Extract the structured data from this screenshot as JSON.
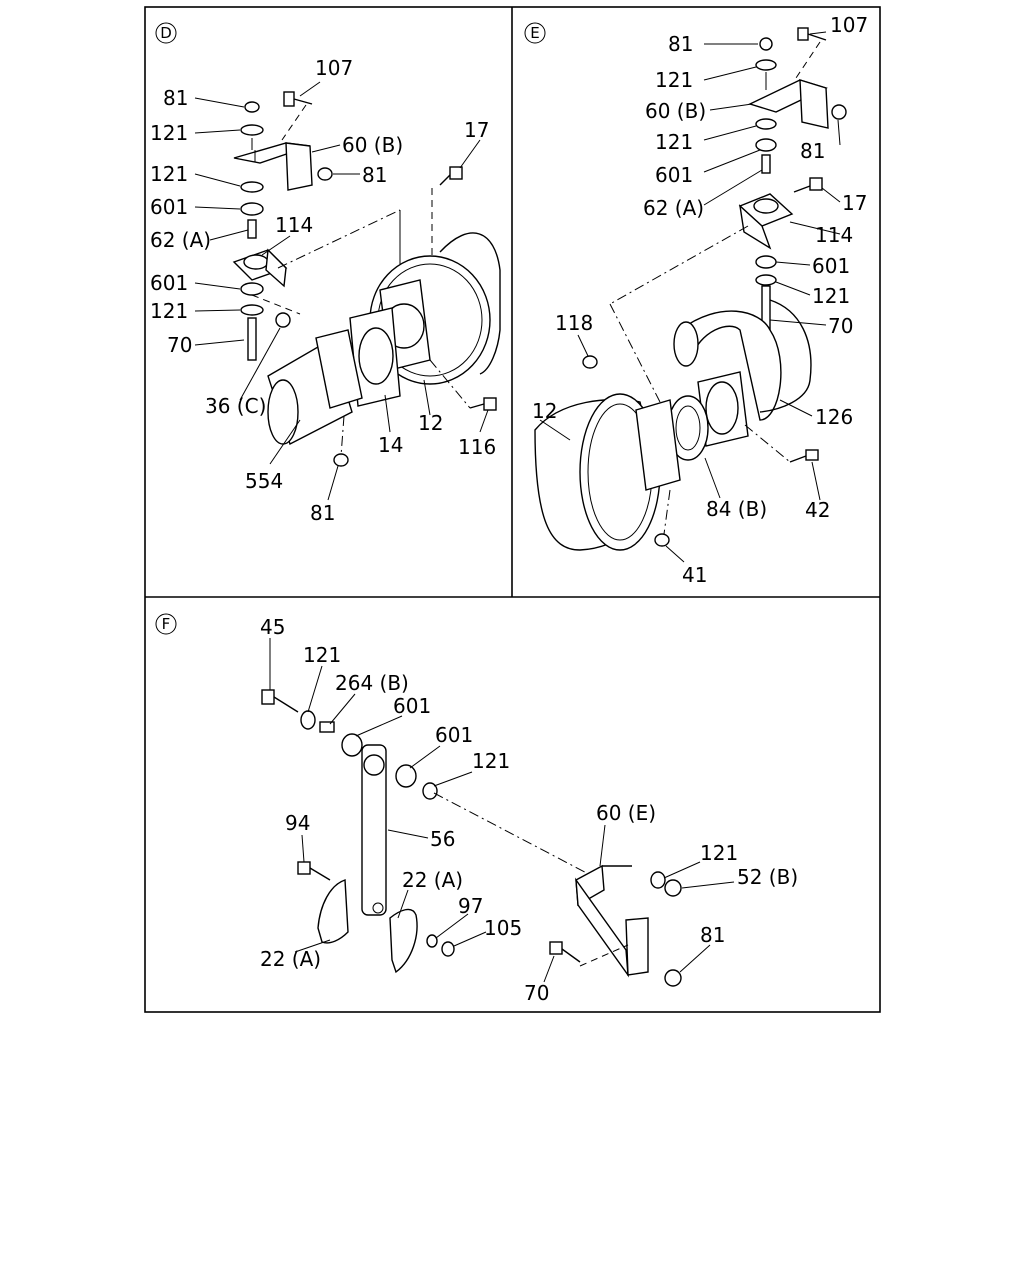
{
  "views": {
    "D": {
      "tag": "D",
      "labels": [
        "107",
        "81",
        "121",
        "60 (B)",
        "121",
        "81",
        "601",
        "62 (A)",
        "114",
        "601",
        "121",
        "70",
        "17",
        "36 (C)",
        "14",
        "12",
        "116",
        "554",
        "81"
      ]
    },
    "E": {
      "tag": "E",
      "labels": [
        "81",
        "107",
        "121",
        "60 (B)",
        "121",
        "81",
        "601",
        "62 (A)",
        "17",
        "114",
        "601",
        "121",
        "70",
        "118",
        "12",
        "126",
        "84 (B)",
        "42",
        "41"
      ]
    },
    "F": {
      "tag": "F",
      "labels": [
        "45",
        "121",
        "264 (B)",
        "601",
        "601",
        "121",
        "56",
        "94",
        "22 (A)",
        "97",
        "105",
        "60 (E)",
        "121",
        "52 (B)",
        "22 (A)",
        "81",
        "70"
      ]
    }
  }
}
